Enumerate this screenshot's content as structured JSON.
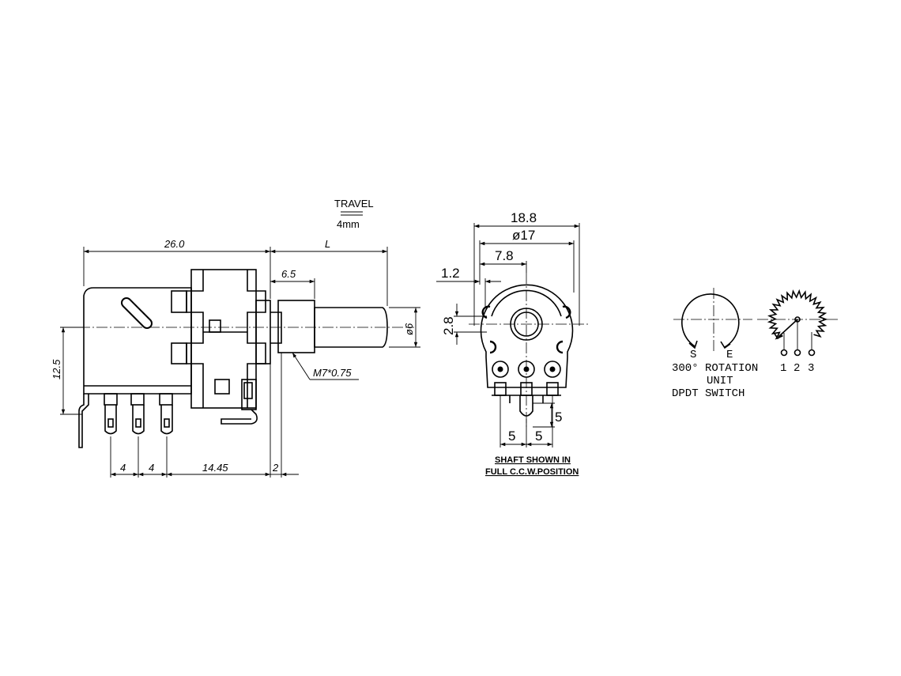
{
  "travel": {
    "label": "TRAVEL",
    "value": "4mm"
  },
  "side_view": {
    "dims": {
      "overall_length": "26.0",
      "shaft_length": "L",
      "thread_length": "6.5",
      "shaft_diameter": "ø6",
      "thread_spec": "M7*0.75",
      "height": "12.5",
      "pitch_a": "4",
      "pitch_b": "4",
      "pin_to_face": "14.45",
      "flange": "2"
    }
  },
  "front_view": {
    "dims": {
      "width": "18.8",
      "body_diameter": "ø17",
      "offset": "7.8",
      "key_offset": "1.2",
      "key_height": "2.8",
      "pin_depth": "5",
      "pitch_a": "5",
      "pitch_b": "5"
    },
    "caption_line1": "SHAFT SHOWN IN",
    "caption_line2": "FULL C.C.W.POSITION"
  },
  "schematic": {
    "switch_s": "S",
    "switch_e": "E",
    "pin1": "1",
    "pin2": "2",
    "pin3": "3",
    "line1": "300° ROTATION",
    "line2": "UNIT",
    "line3": "DPDT SWITCH"
  }
}
